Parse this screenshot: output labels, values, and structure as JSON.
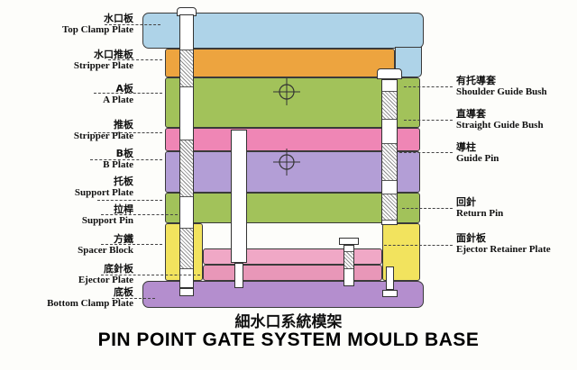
{
  "title": {
    "cn": "細水口系統模架",
    "en": "PIN POINT GATE SYSTEM MOULD BASE"
  },
  "left_labels": [
    {
      "cn": "水口板",
      "en": "Top Clamp Plate"
    },
    {
      "cn": "水口推板",
      "en": "Stripper Plate"
    },
    {
      "cn": "A板",
      "en": "A Plate"
    },
    {
      "cn": "推板",
      "en": "Stripper Plate"
    },
    {
      "cn": "B板",
      "en": "B Plate"
    },
    {
      "cn": "托板",
      "en": "Support Plate"
    },
    {
      "cn": "拉桿",
      "en": "Support Pin"
    },
    {
      "cn": "方鐵",
      "en": "Spacer Block"
    },
    {
      "cn": "底針板",
      "en": "Ejector Plate"
    },
    {
      "cn": "底板",
      "en": "Bottom Clamp Plate"
    }
  ],
  "right_labels": [
    {
      "cn": "有托導套",
      "en": "Shoulder Guide Bush"
    },
    {
      "cn": "直導套",
      "en": "Straight Guide Bush"
    },
    {
      "cn": "導柱",
      "en": "Guide Pin"
    },
    {
      "cn": "回針",
      "en": "Return Pin"
    },
    {
      "cn": "面針板",
      "en": "Ejector Retainer Plate"
    }
  ],
  "colors": {
    "top-clamp": "#aed3e8",
    "stripper-upper": "#eda43f",
    "a-plate": "#a2c25a",
    "stripper-lower": "#ef86b5",
    "b-plate": "#b39ed6",
    "support-plate": "#a2c25a",
    "spacer-block": "#f2e35e",
    "ejector-retainer": "#f0a8c6",
    "ejector-plate": "#e897b8",
    "bottom-clamp": "#b48ece"
  }
}
